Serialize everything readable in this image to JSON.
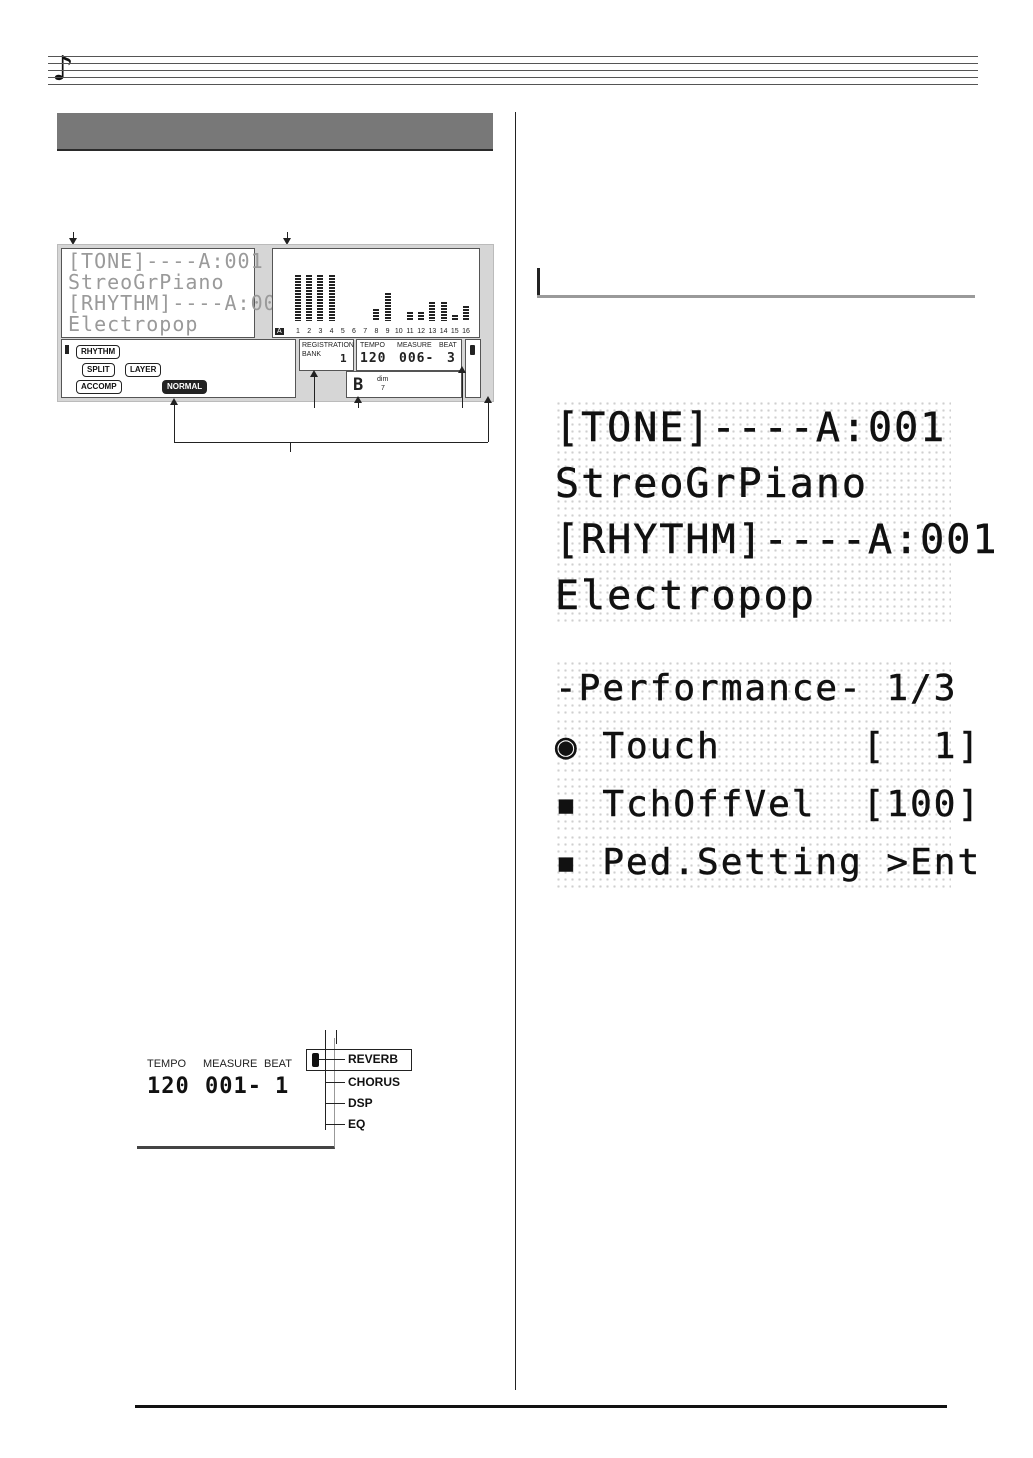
{
  "lcd_main": {
    "tone_line": "[TONE]----A:001",
    "tone_name": "StreoGrPiano",
    "rhythm_line": "[RHYTHM]----A:001",
    "rhythm_name": "Electropop",
    "eq_channels": [
      "1",
      "2",
      "3",
      "4",
      "5",
      "6",
      "7",
      "8",
      "9",
      "10",
      "11",
      "12",
      "13",
      "14",
      "15",
      "16"
    ],
    "eq_levels": [
      0.75,
      0.75,
      0.75,
      0.75,
      0,
      0,
      0,
      0.2,
      0.45,
      0,
      0.15,
      0.15,
      0.3,
      0.3,
      0.1,
      0.25
    ],
    "pills": {
      "rhythm": "RHYTHM",
      "split": "SPLIT",
      "layer": "LAYER",
      "accomp": "ACCOMP",
      "normal": "NORMAL"
    },
    "registration": {
      "label": "REGISTRATION",
      "bank_label": "BANK",
      "bank_value": "1"
    },
    "tempo_label": "TEMPO",
    "measure_label": "MEASURE",
    "beat_label": "BEAT",
    "tempo_value": "120",
    "measure_value": "006-",
    "beat_value": "3",
    "chord_root": "B",
    "chord_type": "dim",
    "chord_ext": "7",
    "part_indicator": "A"
  },
  "display_tone_rhythm": {
    "lines": [
      "[TONE]----A:001",
      "StreoGrPiano",
      "[RHYTHM]----A:001",
      "Electropop"
    ]
  },
  "display_performance": {
    "lines": [
      "-Performance- 1/3",
      "◉ Touch      [  1]",
      "▪ TchOffVel  [100]",
      "▪ Ped.Setting >Ent"
    ]
  },
  "mini_display": {
    "tempo_label": "TEMPO",
    "measure_label": "MEASURE",
    "beat_label": "BEAT",
    "tempo_value": "120",
    "measure_value": "001-",
    "beat_value": "1",
    "effects": [
      "REVERB",
      "CHORUS",
      "DSP",
      "EQ"
    ]
  }
}
